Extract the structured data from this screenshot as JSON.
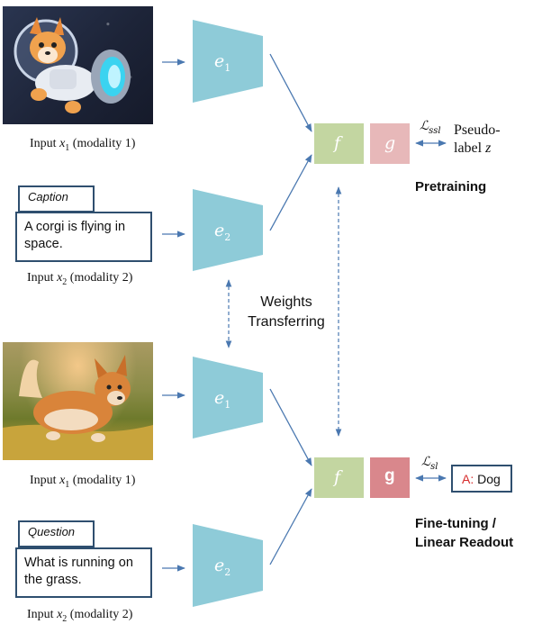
{
  "pretraining": {
    "input1_label": {
      "prefix": "Input ",
      "var": "x",
      "sub": "1",
      "suffix": " (modality 1)"
    },
    "caption_tab": "Caption",
    "caption_text": "A corgi is flying in space.",
    "input2_label": {
      "prefix": "Input ",
      "var": "x",
      "sub": "2",
      "suffix": " (modality 2)"
    },
    "encoder1": {
      "var": "e",
      "sub": "1"
    },
    "encoder2": {
      "var": "e",
      "sub": "2"
    },
    "f_label": "f",
    "g_label": "g",
    "loss": {
      "var": "ℒ",
      "sub": "ssl"
    },
    "target_line1": "Pseudo-",
    "target_line2_prefix": "label ",
    "target_line2_var": "z",
    "title": "Pretraining"
  },
  "transfer": {
    "line1": "Weights",
    "line2": "Transferring"
  },
  "finetuning": {
    "input1_label": {
      "prefix": "Input ",
      "var": "x",
      "sub": "1",
      "suffix": " (modality 1)"
    },
    "question_tab": "Question",
    "question_text": "What is running on the grass.",
    "input2_label": {
      "prefix": "Input ",
      "var": "x",
      "sub": "2",
      "suffix": " (modality 2)"
    },
    "encoder1": {
      "var": "e",
      "sub": "1"
    },
    "encoder2": {
      "var": "e",
      "sub": "2"
    },
    "f_label": "f",
    "g_label": "g",
    "loss": {
      "var": "ℒ",
      "sub": "sl"
    },
    "answer_prefix": "A:",
    "answer_text": " Dog",
    "title_line1": "Fine-tuning /",
    "title_line2": "Linear Readout"
  },
  "colors": {
    "encoder": "#8ecbd8",
    "f_block": "#c3d6a1",
    "g_block_pretrain": "#e7b8b9",
    "g_block_finetune": "#d9878c",
    "arrow": "#4a78b0",
    "box_border": "#2f4f6f",
    "answer_prefix": "#d62b2b"
  }
}
